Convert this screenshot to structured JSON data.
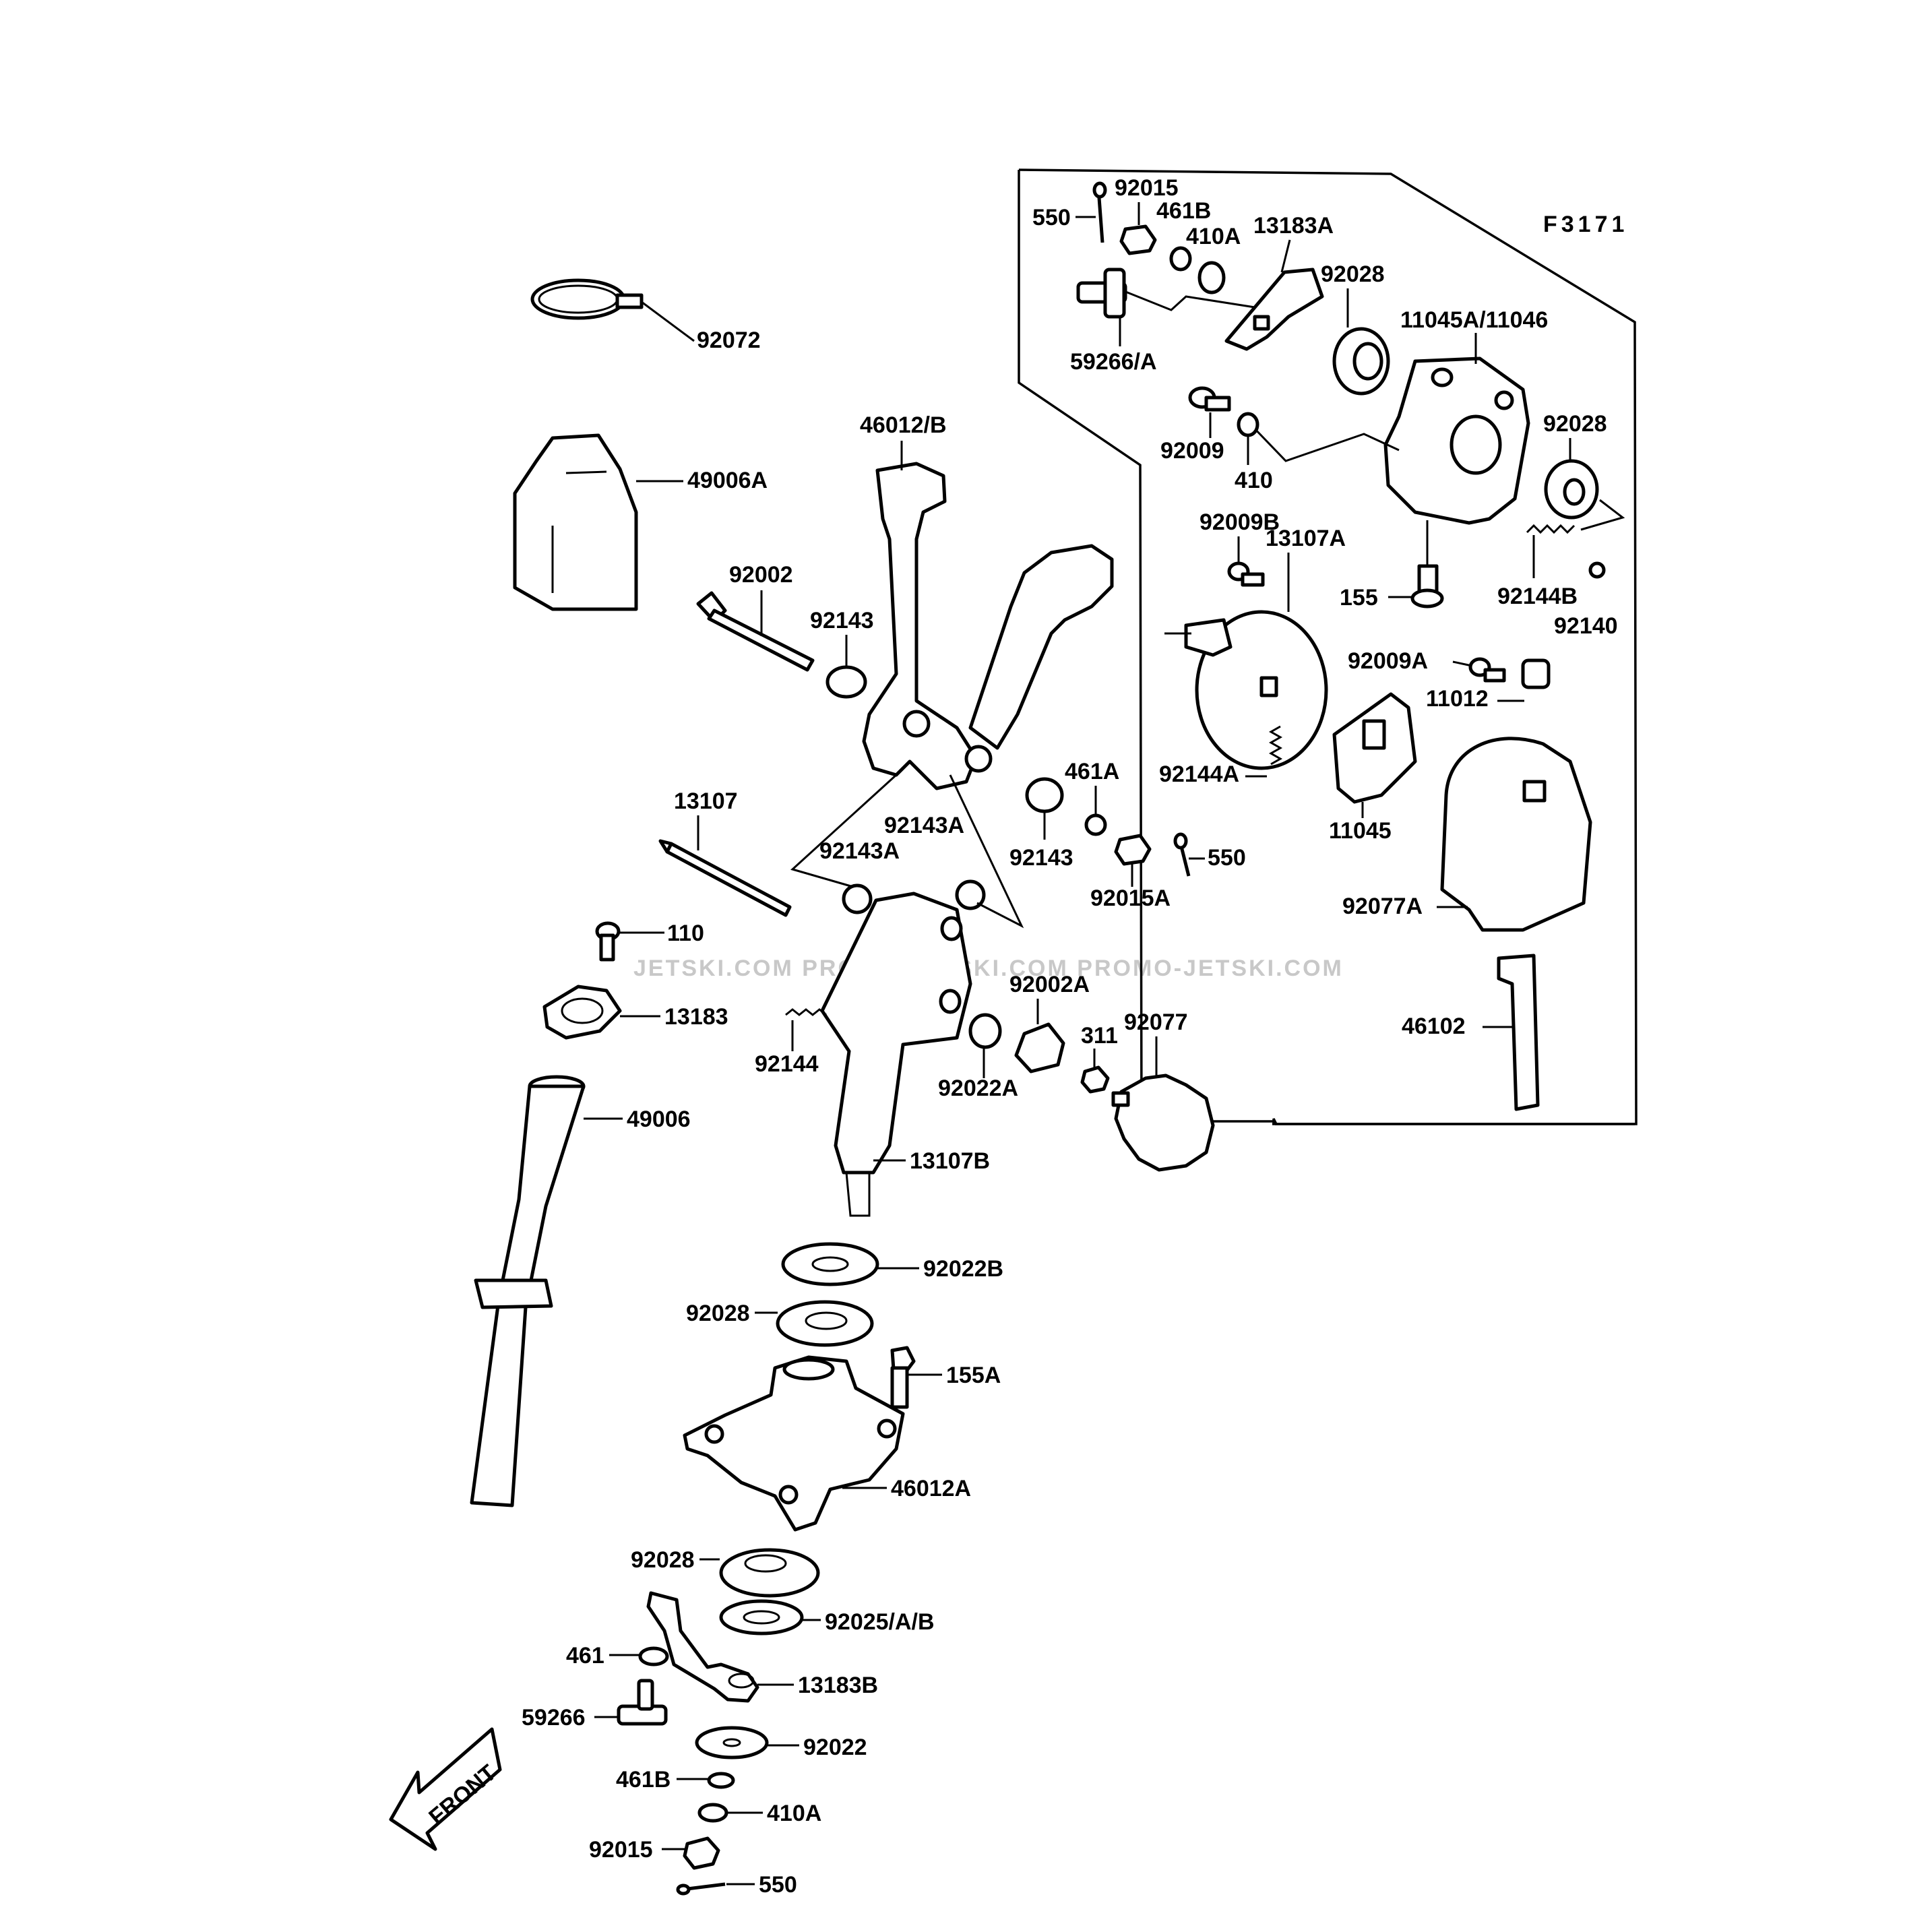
{
  "diagram": {
    "figure_code": "F3171",
    "watermark": "JETSKI.COM  PROMO-JETSKI.COM  PROMO-JETSKI.COM",
    "front_label": "FRONT",
    "parts": {
      "p92015_top": "92015",
      "p550_top": "550",
      "p461B_top": "461B",
      "p410A_top": "410A",
      "p13183A": "13183A",
      "p92028_a": "92028",
      "p59266A": "59266/A",
      "p11045A": "11045A/11046",
      "p92009": "92009",
      "p410": "410",
      "p92028_b": "92028",
      "p92009B": "92009B",
      "p13107A": "13107A",
      "p155": "155",
      "p92144B": "92144B",
      "p92140": "92140",
      "p92009A": "92009A",
      "p11012": "11012",
      "p92144A": "92144A",
      "p11045": "11045",
      "p92077A": "92077A",
      "p46102": "46102",
      "p92072": "92072",
      "p49006A": "49006A",
      "p46012B": "46012/B",
      "p92002": "92002",
      "p92143_a": "92143",
      "p461A": "461A",
      "p92143_b": "92143",
      "p92015A": "92015A",
      "p550_mid": "550",
      "p13107": "13107",
      "p92143A_a": "92143A",
      "p92143A_b": "92143A",
      "p110": "110",
      "p13183": "13183",
      "p92002A": "92002A",
      "p92077": "92077",
      "p311": "311",
      "p92144": "92144",
      "p92022A": "92022A",
      "p49006": "49006",
      "p13107B": "13107B",
      "p92022B": "92022B",
      "p92028_c": "92028",
      "p155A": "155A",
      "p46012A": "46012A",
      "p92028_d": "92028",
      "p92025": "92025/A/B",
      "p461": "461",
      "p13183B": "13183B",
      "p59266": "59266",
      "p92022": "92022",
      "p461B_bot": "461B",
      "p410A_bot": "410A",
      "p92015_bot": "92015",
      "p550_bot": "550"
    }
  }
}
